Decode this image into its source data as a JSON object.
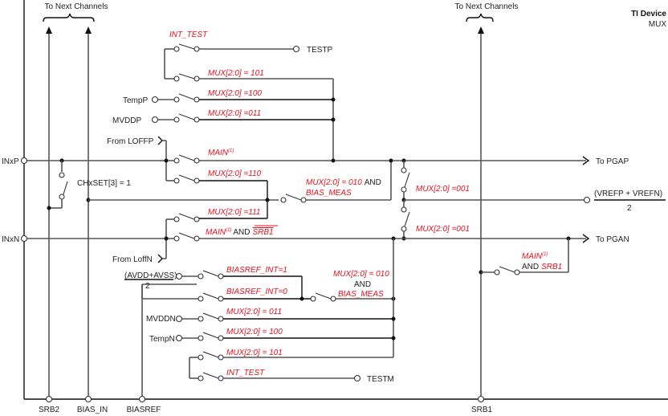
{
  "header": {
    "brand": "TI Device",
    "subtitle": "MUX",
    "next_channels_left": "To Next Channels",
    "next_channels_right": "To Next Channels"
  },
  "inputs": {
    "inxp": "INxP",
    "inxn": "INxN",
    "tempp": "TempP",
    "mvddp": "MVDDP",
    "from_loffp": "From LOFFP",
    "from_loffn": "From LoffN",
    "avdd_avss_num": "(AVDD+AVSS)",
    "avdd_avss_den": "2",
    "mvddn": "MVDDN",
    "tempn": "TempN"
  },
  "outputs": {
    "testp": "TESTP",
    "testm": "TESTM",
    "to_pgap": "To PGAP",
    "to_pgan": "To PGAN",
    "vref_num": "(VREFP + VREFN)",
    "vref_den": "2"
  },
  "bottom_pins": {
    "srb2": "SRB2",
    "bias_in": "BIAS_IN",
    "biasref": "BIASREF",
    "srb1": "SRB1"
  },
  "switch_labels": {
    "int_test_p": "INT_TEST",
    "mux_101_p": "MUX[2:0] = 101",
    "mux_100_p": "MUX[2:0] =100",
    "mux_011_p": "MUX[2:0] =011",
    "main_p": "MAIN",
    "main_sup": "(1)",
    "mux_110": "MUX[2:0] =110",
    "chxset": "CHxSET[3] = 1",
    "mux_010_red": "MUX[2:0] = 010",
    "and_word": "AND",
    "bias_meas": "BIAS_MEAS",
    "mux_001_a": "MUX[2:0] =001",
    "mux_001_b": "MUX[2:0] =001",
    "mux_111": "MUX[2:0] =111",
    "main_n": "MAIN",
    "srb1_bar": "SRB1",
    "main_srb1": "MAIN",
    "srb1_red": "SRB1",
    "biasref_int1": "BIASREF_INT=1",
    "biasref_int0": "BIASREF_INT=0",
    "mux_010_n": "MUX[2:0] = 010",
    "bias_meas_n": "BIAS_MEAS",
    "mux_011_n": "MUX[2:0] = 011",
    "mux_100_n": "MUX[2:0] = 100",
    "mux_101_n": "MUX[2:0] = 101",
    "int_test_n": "INT_TEST"
  },
  "colors": {
    "control_signal": "#e8101e",
    "wire": "#555555",
    "text": "#222222"
  }
}
